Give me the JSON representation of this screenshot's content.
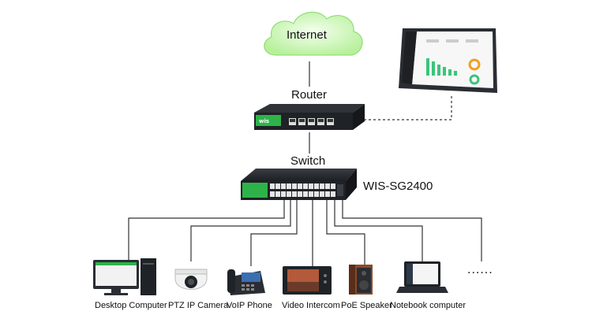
{
  "cloud": {
    "label": "Internet"
  },
  "router": {
    "label": "Router"
  },
  "switch": {
    "label": "Switch",
    "model": "WIS-SG2400"
  },
  "devices": [
    {
      "label": "Desktop Computer"
    },
    {
      "label": "PTZ IP Camera"
    },
    {
      "label": "VoIP Phone"
    },
    {
      "label": "Video Intercom"
    },
    {
      "label": "PoE Speaker"
    },
    {
      "label": "Notebook computer"
    }
  ],
  "more": {
    "label": "......"
  },
  "colors": {
    "accent": "#2db34a",
    "line": "#333333",
    "cloud": "#b7f09a",
    "device_dark": "#2a2d33"
  }
}
